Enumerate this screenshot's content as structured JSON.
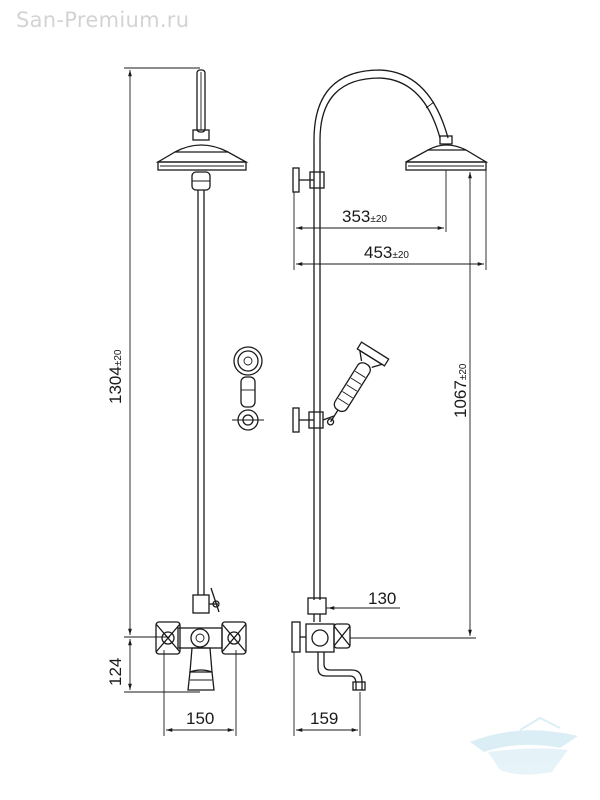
{
  "watermark": {
    "site": "San-Premium.ru",
    "logo_icon": "bathtub-logo-icon"
  },
  "dimensions": {
    "total_height": {
      "value": "1304",
      "tolerance": "±20"
    },
    "head_reach": {
      "value": "353",
      "tolerance": "±20"
    },
    "total_reach": {
      "value": "453",
      "tolerance": "±20"
    },
    "shower_height": {
      "value": "1067",
      "tolerance": "±20"
    },
    "valve_offset": {
      "value": "130"
    },
    "spout_height": {
      "value": "124"
    },
    "valve_width": {
      "value": "150"
    },
    "spout_reach": {
      "value": "159"
    }
  }
}
